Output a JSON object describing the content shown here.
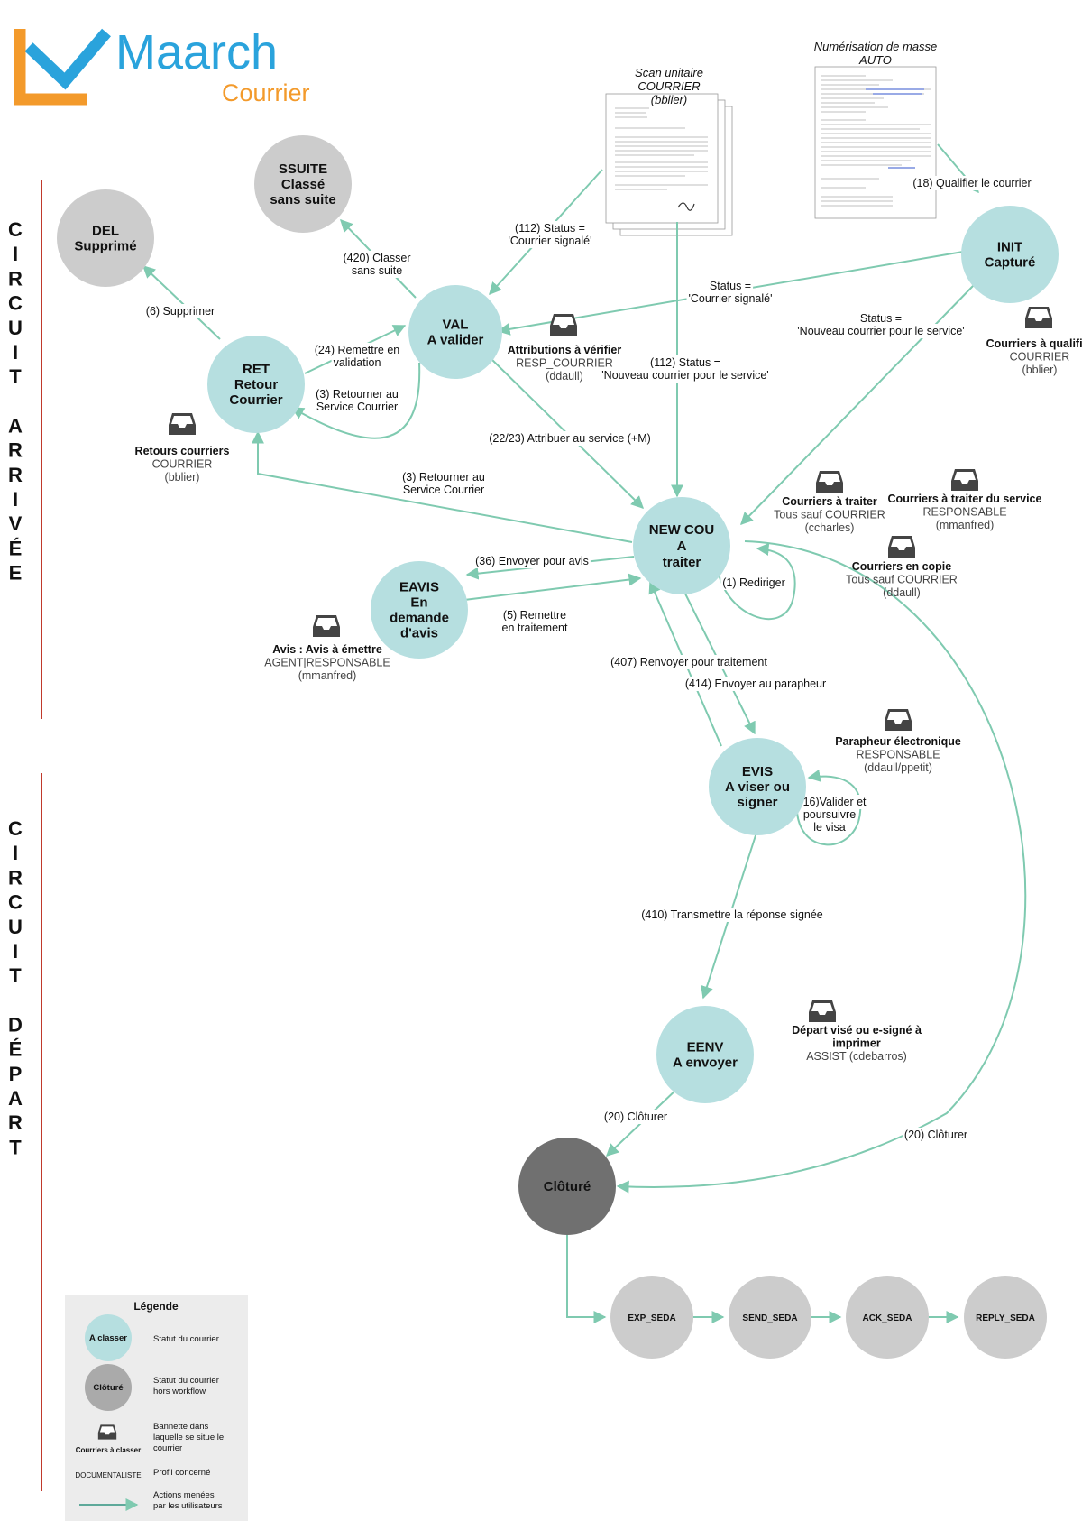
{
  "brand": {
    "name": "Maarch",
    "product": "Courrier",
    "color_blue": "#2aa3dc",
    "color_orange": "#f39a2b"
  },
  "colors": {
    "node": "#b6dfe0",
    "node_gray": "#cccccc",
    "node_dark": "#707070",
    "edge": "#7fcab0",
    "separator": "#c0392b",
    "legend_bg": "#ececec"
  },
  "sections": {
    "arrivee": "CIRCUIT ARRIVÉE",
    "depart": "CIRCUIT DÉPART"
  },
  "documents": {
    "scan": [
      "Scan unitaire",
      "COURRIER",
      "(bblier)"
    ],
    "mass": [
      "Numérisation de masse",
      "AUTO"
    ]
  },
  "nodes": {
    "del": [
      "DEL",
      "Supprimé"
    ],
    "ssuite": [
      "SSUITE",
      "Classé",
      "sans suite"
    ],
    "val": [
      "VAL",
      "A valider"
    ],
    "ret": [
      "RET",
      "Retour",
      "Courrier"
    ],
    "init": [
      "INIT",
      "Capturé"
    ],
    "newcou": [
      "NEW COU",
      "A",
      "traiter"
    ],
    "eavis": [
      "EAVIS",
      "En",
      "demande",
      "d'avis"
    ],
    "evis": [
      "EVIS",
      "A viser ou",
      "signer"
    ],
    "eenv": [
      "EENV",
      "A envoyer"
    ],
    "cloture": "Clôturé",
    "exp": "EXP_SEDA",
    "send": "SEND_SEDA",
    "ack": "ACK_SEDA",
    "reply": "REPLY_SEDA"
  },
  "edges": {
    "supprimer": [
      "(6) Supprimer"
    ],
    "classer": [
      "(420) Classer",
      "sans suite"
    ],
    "remettre_validation": [
      "(24) Remettre en",
      "validation"
    ],
    "retourner_val": [
      "(3) Retourner au",
      "Service Courrier"
    ],
    "scan_val": [
      "(112) Status =",
      "'Courrier signalé'"
    ],
    "scan_new": [
      "(112) Status =",
      "'Nouveau courrier pour le service'"
    ],
    "qualifier": [
      "(18) Qualifier le courrier"
    ],
    "init_val": [
      "Status =",
      "'Courrier signalé'"
    ],
    "init_new": [
      "Status =",
      "'Nouveau courrier pour le service'"
    ],
    "attribuer": [
      "(22/23) Attribuer au service (+M)"
    ],
    "retourner_new": [
      "(3) Retourner au",
      "Service Courrier"
    ],
    "envoyer_avis": [
      "(36) Envoyer pour avis"
    ],
    "remettre_traitement": [
      "(5) Remettre",
      "en traitement"
    ],
    "rediriger": [
      "(1) Rediriger"
    ],
    "renvoyer": [
      "(407) Renvoyer pour traitement"
    ],
    "parapheur": [
      "(414) Envoyer au parapheur"
    ],
    "valider_visa": [
      "(416)Valider et",
      "poursuivre",
      "le visa"
    ],
    "transmettre": [
      "(410) Transmettre la réponse signée"
    ],
    "cloturer1": [
      "(20) Clôturer"
    ],
    "cloturer2": [
      "(20) Clôturer"
    ]
  },
  "baskets": {
    "attrib": [
      "Attributions à vérifier",
      "RESP_COURRIER",
      "(ddaull)"
    ],
    "qualifier": [
      "Courriers à qualifier",
      "COURRIER",
      "(bblier)"
    ],
    "retours": [
      "Retours courriers",
      "COURRIER",
      "(bblier)"
    ],
    "traiter": [
      "Courriers à traiter",
      "Tous sauf COURRIER",
      "(ccharles)"
    ],
    "traiter_service": [
      "Courriers à traiter du service",
      "RESPONSABLE",
      "(mmanfred)"
    ],
    "copie": [
      "Courriers en copie",
      "Tous sauf COURRIER",
      "(ddaull)"
    ],
    "avis": [
      "Avis : Avis à émettre",
      "AGENT|RESPONSABLE",
      "(mmanfred)"
    ],
    "parapheur": [
      "Parapheur électronique",
      "RESPONSABLE",
      "(ddaull/ppetit)"
    ],
    "depart": [
      "Départ visé ou e-signé à",
      "imprimer",
      "ASSIST (cdebarros)"
    ]
  },
  "legend": {
    "title": "Légende",
    "node1": "A classer",
    "node1_desc": "Statut du courrier",
    "node2": "Clôturé",
    "node2_desc": [
      "Statut du courrier",
      "hors workflow"
    ],
    "basket": "Courriers à classer",
    "basket_desc": [
      "Bannette dans",
      "laquelle se situe le",
      "courrier"
    ],
    "profile": "DOCUMENTALISTE",
    "profile_desc": "Profil concerné",
    "action_desc": [
      "Actions menées",
      "par les utilisateurs"
    ]
  }
}
